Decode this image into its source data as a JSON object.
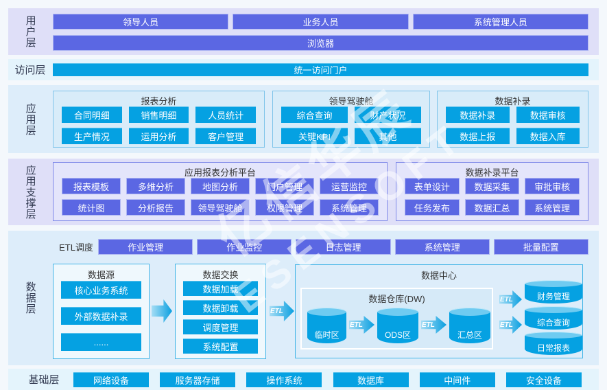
{
  "watermark": {
    "line1": "亿信华辰",
    "line2": "ESENSOFT"
  },
  "colors": {
    "purple": "#5b67e3",
    "cyan": "#05a1e2",
    "band-lavender": "#dfdff8",
    "band-blue": "#ddedfa",
    "band-lightcyan": "#e4f4fc",
    "box-blue-fill": "#d8ecf9",
    "box-blue-border": "#7fc4ea",
    "box-lav-fill": "#e4e5fb",
    "box-lav-border": "#7d87e8",
    "dbox-fill": "#eff8fd",
    "dbox-border": "#41b4e7",
    "text-dark": "#333b52"
  },
  "layers": {
    "user": {
      "label": "用户层",
      "roles": [
        "领导人员",
        "业务人员",
        "系统管理人员"
      ],
      "browser": "浏览器"
    },
    "access": {
      "label": "访问层",
      "portal": "统一访问门户"
    },
    "app": {
      "label": "应用层",
      "groups": [
        {
          "title": "报表分析",
          "items": [
            "合同明细",
            "销售明细",
            "人员统计",
            "生产情况",
            "运用分析",
            "客户管理"
          ]
        },
        {
          "title": "领导驾驶舱",
          "items": [
            "综合查询",
            "财产状况",
            "关键KPI",
            "其他"
          ]
        },
        {
          "title": "数据补录",
          "items": [
            "数据补录",
            "数据审核",
            "数据上报",
            "数据入库"
          ]
        }
      ]
    },
    "support": {
      "label": "应用支撑层",
      "groups": [
        {
          "title": "应用报表分析平台",
          "items": [
            "报表模板",
            "多维分析",
            "地图分析",
            "门户管理",
            "运营监控",
            "统计图",
            "分析报告",
            "领导驾驶舱",
            "权限管理",
            "系统管理"
          ]
        },
        {
          "title": "数据补录平台",
          "items": [
            "表单设计",
            "数据采集",
            "审批审核",
            "任务发布",
            "数据汇总",
            "系统管理"
          ]
        }
      ]
    },
    "data": {
      "label": "数据层",
      "etl_row": {
        "label": "ETL调度",
        "items": [
          "作业管理",
          "作业监控",
          "日志管理",
          "系统管理",
          "批量配置"
        ]
      },
      "source": {
        "title": "数据源",
        "items": [
          "核心业务系统",
          "外部数据补录",
          "......"
        ]
      },
      "exchange": {
        "title": "数据交换",
        "items": [
          "数据加载",
          "数据卸载",
          "调度管理",
          "系统配置"
        ]
      },
      "center": {
        "title": "数据中心",
        "etl_label": "ETL",
        "dw": {
          "title": "数据仓库(DW)",
          "stores": [
            "临时区",
            "ODS区",
            "汇总区"
          ]
        },
        "marts": [
          "财务管理",
          "综合查询",
          "日常报表"
        ]
      }
    },
    "base": {
      "label": "基础层",
      "items": [
        "网络设备",
        "服务器存储",
        "操作系统",
        "数据库",
        "中间件",
        "安全设备"
      ]
    }
  }
}
